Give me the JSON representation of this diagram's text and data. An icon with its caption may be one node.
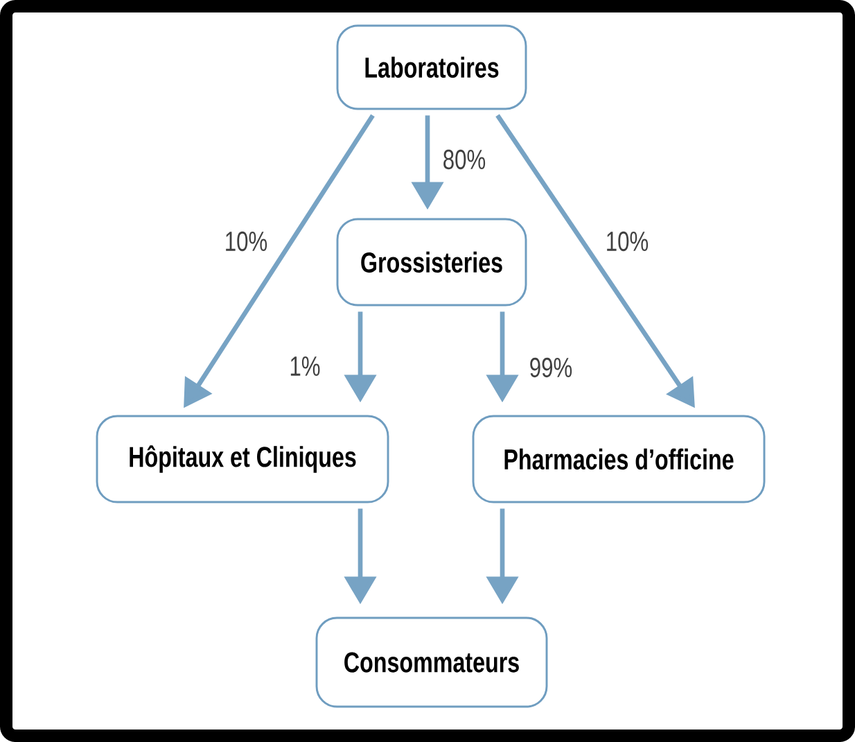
{
  "diagram": {
    "nodes": [
      {
        "text": [
          "Laboratoires"
        ]
      },
      {
        "text": [
          "Grossisteries"
        ]
      },
      {
        "text": [
          "Hôpitaux et Cliniques"
        ]
      },
      {
        "text": [
          "Pharmacies d’officine"
        ]
      },
      {
        "text": [
          "Consommateurs"
        ]
      }
    ],
    "edges": [
      {
        "from": 0,
        "to": 2,
        "arrow": "to",
        "label": "10%"
      },
      {
        "from": 0,
        "to": 1,
        "arrow": "to",
        "label": "80%"
      },
      {
        "from": 0,
        "to": 3,
        "arrow": "to",
        "label": "10%"
      },
      {
        "from": 1,
        "to": 2,
        "arrow": "to",
        "label": "1%"
      },
      {
        "from": 1,
        "to": 3,
        "arrow": "to",
        "label": "99%"
      },
      {
        "from": 2,
        "to": 4,
        "arrow": "to"
      },
      {
        "from": 3,
        "to": 4,
        "arrow": "to"
      }
    ]
  }
}
